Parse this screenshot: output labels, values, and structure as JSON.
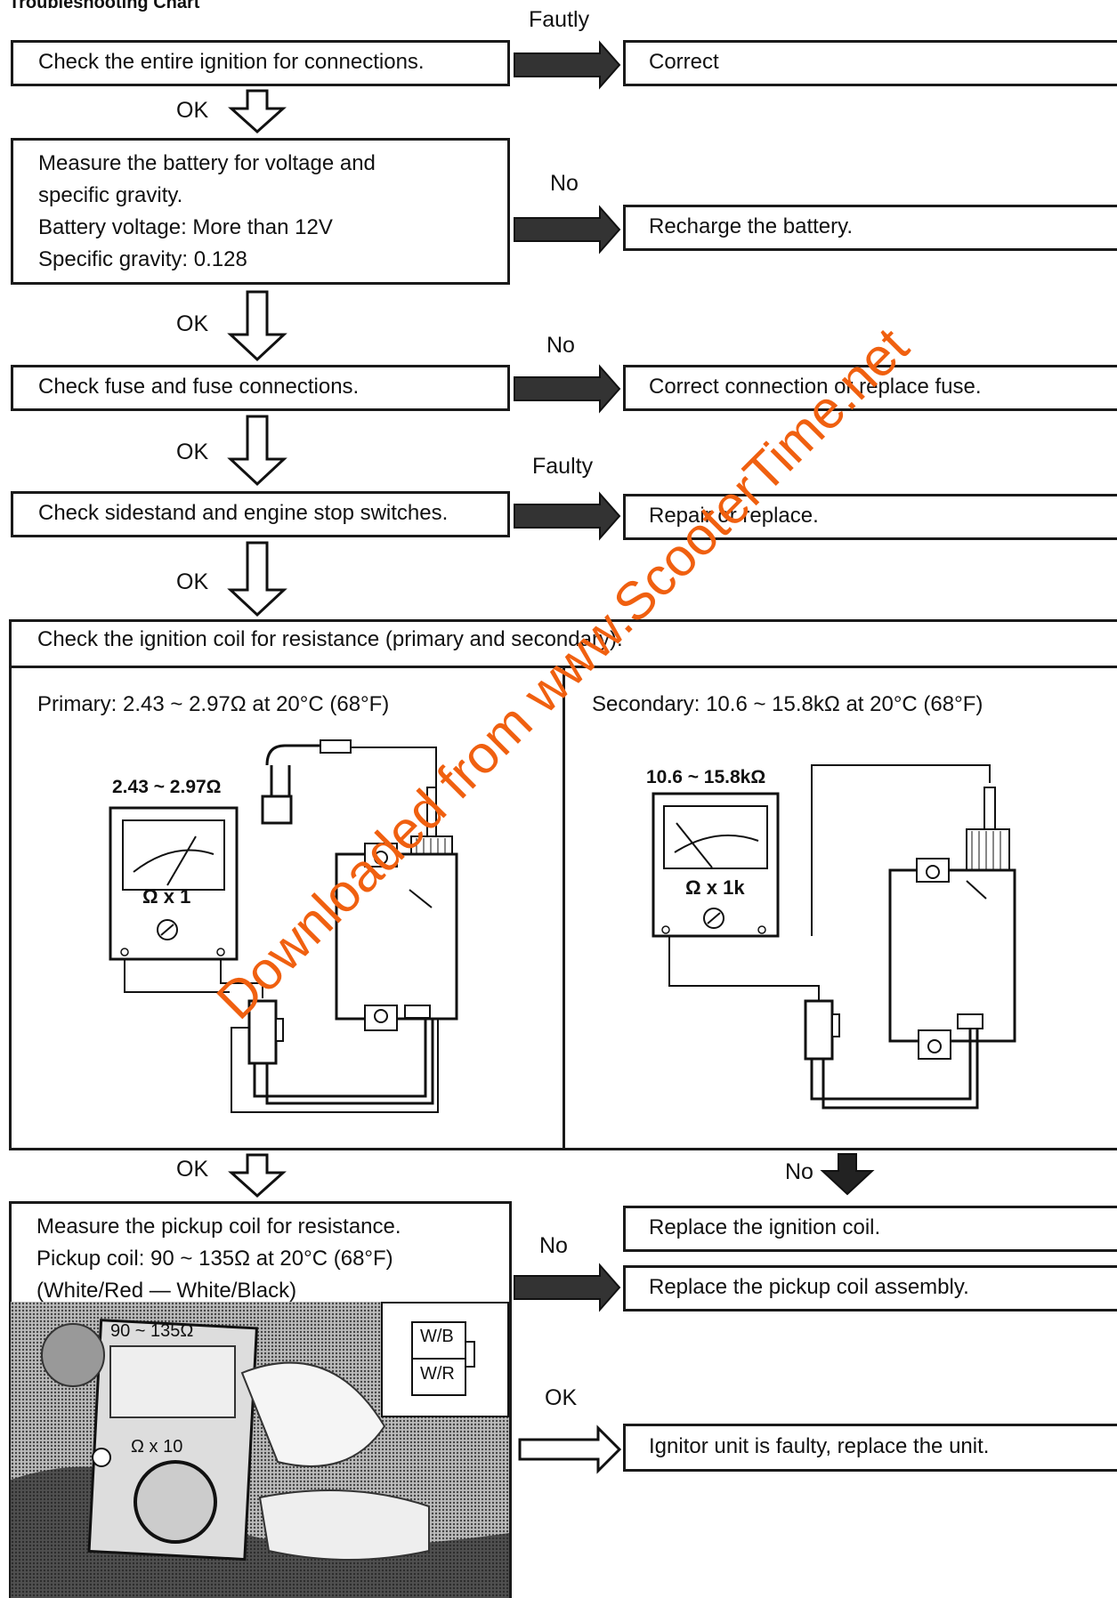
{
  "title": "Troubleshooting Chart",
  "steps": {
    "s1": "Check the entire ignition for connections.",
    "s2": [
      "Measure the battery for voltage and",
      "specific gravity.",
      "Battery voltage:  More than 12V",
      "Specific gravity:  0.128"
    ],
    "s3": "Check fuse and fuse connections.",
    "s4": "Check sidestand and engine stop switches.",
    "s5": "Check the ignition coil for resistance (primary and secondary).",
    "s6": [
      "Measure the pickup coil for resistance.",
      "Pickup coil: 90 ~ 135Ω at 20°C (68°F)",
      "(White/Red — White/Black)"
    ]
  },
  "results": {
    "r1": "Correct",
    "r2": "Recharge the battery.",
    "r3": "Correct connection or replace fuse.",
    "r4": "Repair or replace.",
    "r5": "Replace the ignition coil.",
    "r6": "Replace the pickup coil assembly.",
    "r7": "Ignitor unit is faulty, replace the unit."
  },
  "labels": {
    "faulty1": "Fautly",
    "no1": "No",
    "no2": "No",
    "faulty2": "Faulty",
    "ok": "OK",
    "no3": "No",
    "no4": "No",
    "ok_last": "OK"
  },
  "panels": {
    "primary": "Primary: 2.43 ~ 2.97Ω  at 20°C (68°F)",
    "secondary": "Secondary: 10.6 ~ 15.8kΩ  at 20°C (68°F)",
    "meter1_reading": "2.43 ~ 2.97Ω",
    "meter1_scale": "Ω x 1",
    "meter2_reading": "10.6 ~ 15.8kΩ",
    "meter2_scale": "Ω x 1k",
    "photo_reading": "90 ~ 135Ω",
    "photo_scale": "Ω x 10",
    "connector_top": "W/B",
    "connector_bottom": "W/R"
  },
  "watermark": "Downloaded from www.ScooterTime.net"
}
